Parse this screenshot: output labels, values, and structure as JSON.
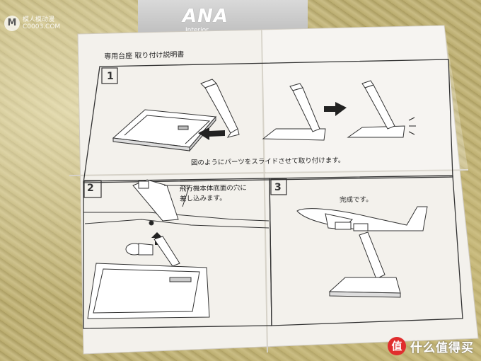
{
  "package": {
    "logo": "ANA",
    "subtext": "Interior"
  },
  "instruction": {
    "title": "専用台座 取り付け説明書",
    "steps": [
      {
        "number": "1",
        "caption": "図のようにパーツをスライドさせて取り付けます。"
      },
      {
        "number": "2",
        "caption_line1": "飛行機本体底面の穴に",
        "caption_line2": "差し込みます。"
      },
      {
        "number": "3",
        "caption": "完成です。"
      }
    ]
  },
  "watermarks": {
    "left_badge": "M",
    "left_line1": "模人模动漫",
    "left_line2": "C0003.COM",
    "right_badge": "值",
    "right_label": "什么值得买"
  }
}
